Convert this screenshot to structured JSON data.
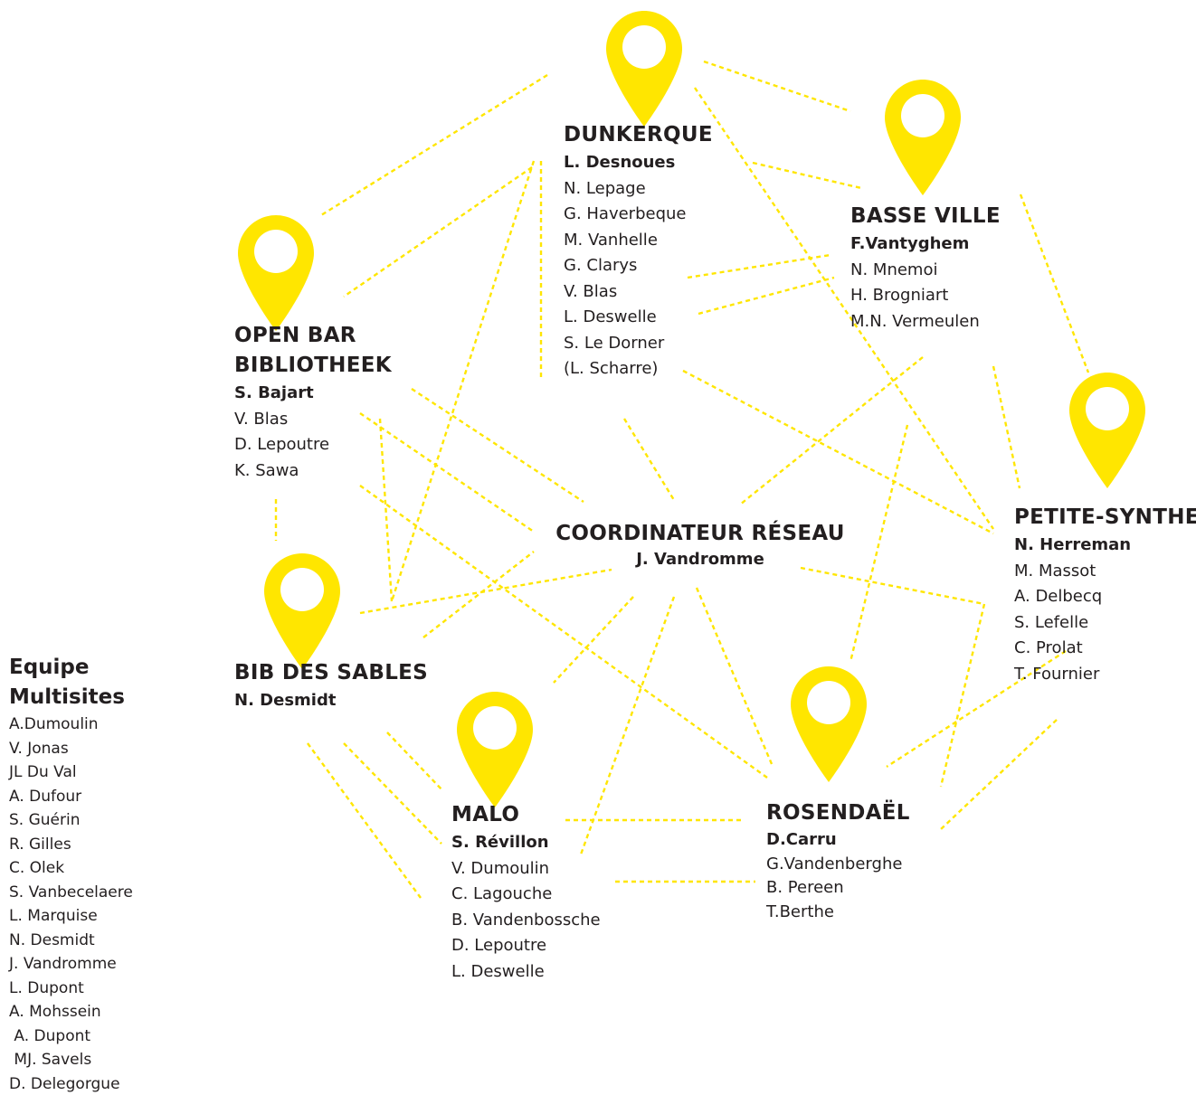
{
  "colors": {
    "accent": "#ffe600",
    "text": "#231f20",
    "background": "#ffffff"
  },
  "icons": {
    "site_marker": "map-pin-icon"
  },
  "sites": {
    "dunkerque": {
      "name": "DUNKERQUE",
      "lead": "L. Desnoues",
      "members": [
        "N. Lepage",
        "G. Haverbeque",
        "M. Vanhelle",
        "G. Clarys",
        "V. Blas",
        "L. Deswelle",
        "S. Le Dorner",
        "(L. Scharre)"
      ]
    },
    "basse_ville": {
      "name": "BASSE VILLE",
      "lead": "F.Vantyghem",
      "members": [
        "N. Mnemoi",
        "H. Brogniart",
        "M.N. Vermeulen"
      ]
    },
    "open_bar": {
      "name_lines": [
        "OPEN BAR",
        "BIBLIOTHEEK"
      ],
      "lead": "S. Bajart",
      "members": [
        "V. Blas",
        "D. Lepoutre",
        "K. Sawa"
      ]
    },
    "petite_synthe": {
      "name": "PETITE-SYNTHE",
      "lead": "N. Herreman",
      "members": [
        "M. Massot",
        "A. Delbecq",
        "S. Lefelle",
        "C. Prolat",
        "T. Fournier"
      ]
    },
    "coordinateur": {
      "name": "COORDINATEUR RÉSEAU",
      "lead": "J. Vandromme"
    },
    "bib_des_sables": {
      "name": "BIB DES SABLES",
      "lead": "N. Desmidt"
    },
    "malo": {
      "name": "MALO",
      "lead": "S. Révillon",
      "members": [
        "V. Dumoulin",
        "C. Lagouche",
        "B. Vandenbossche",
        "D. Lepoutre",
        "L. Deswelle"
      ]
    },
    "rosendael": {
      "name": "ROSENDAËL",
      "lead": "D.Carru",
      "members": [
        "G.Vandenberghe",
        "B. Pereen",
        "T.Berthe"
      ]
    }
  },
  "multisites": {
    "title_lines": [
      "Equipe",
      "Multisites"
    ],
    "members": [
      "A.Dumoulin",
      "V. Jonas",
      "JL Du Val",
      "A. Dufour",
      "S. Guérin",
      "R. Gilles",
      "C. Olek",
      "S. Vanbecelaere",
      "L. Marquise",
      "N. Desmidt",
      "J. Vandromme",
      "L. Dupont",
      "A. Mohssein",
      " A. Dupont",
      " MJ. Savels",
      "D. Delegorgue"
    ]
  }
}
